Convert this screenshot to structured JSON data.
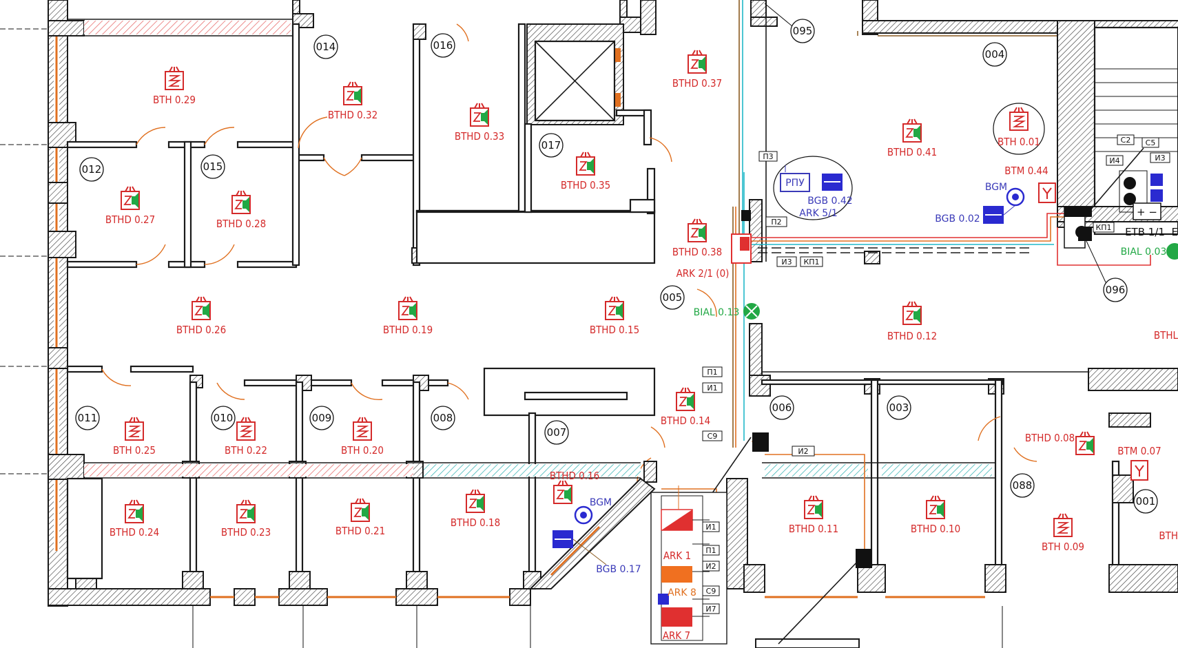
{
  "rooms": [
    {
      "id": "r014",
      "label": "014"
    },
    {
      "id": "r016",
      "label": "016"
    },
    {
      "id": "r017",
      "label": "017"
    },
    {
      "id": "r012",
      "label": "012"
    },
    {
      "id": "r015",
      "label": "015"
    },
    {
      "id": "r005",
      "label": "005"
    },
    {
      "id": "r011",
      "label": "011"
    },
    {
      "id": "r010",
      "label": "010"
    },
    {
      "id": "r009",
      "label": "009"
    },
    {
      "id": "r008",
      "label": "008"
    },
    {
      "id": "r007",
      "label": "007"
    },
    {
      "id": "r006",
      "label": "006"
    },
    {
      "id": "r003",
      "label": "003"
    },
    {
      "id": "r088",
      "label": "088"
    },
    {
      "id": "r001",
      "label": "001"
    },
    {
      "id": "r004",
      "label": "004"
    },
    {
      "id": "r095",
      "label": "095"
    },
    {
      "id": "r096",
      "label": "096"
    }
  ],
  "speakers": [
    {
      "label": "BTH 0.29"
    },
    {
      "label": "BTHD 0.32"
    },
    {
      "label": "BTHD 0.33"
    },
    {
      "label": "BTHD 0.37"
    },
    {
      "label": "BTHD 0.35"
    },
    {
      "label": "BTHD 0.27"
    },
    {
      "label": "BTHD 0.28"
    },
    {
      "label": "BTHD 0.38"
    },
    {
      "label": "BTHD 0.26"
    },
    {
      "label": "BTHD 0.19"
    },
    {
      "label": "BTHD 0.15"
    },
    {
      "label": "BTHD 0.14"
    },
    {
      "label": "BTH 0.25"
    },
    {
      "label": "BTH 0.22"
    },
    {
      "label": "BTH 0.20"
    },
    {
      "label": "BTHD 0.16"
    },
    {
      "label": "BTHD 0.24"
    },
    {
      "label": "BTHD 0.23"
    },
    {
      "label": "BTHD 0.21"
    },
    {
      "label": "BTHD 0.18"
    },
    {
      "label": "BTHD 0.41"
    },
    {
      "label": "BTH 0.01"
    },
    {
      "label": "BTHD 0.12"
    },
    {
      "label": "BTHD 0.11"
    },
    {
      "label": "BTHD 0.10"
    },
    {
      "label": "BTHD 0.08"
    },
    {
      "label": "BTH 0.09"
    },
    {
      "label": "BTM 0.07"
    },
    {
      "label": "BTM 0.44"
    }
  ],
  "devices": {
    "rpu": "РПУ",
    "bgb_042": "BGB 0.42",
    "ark_51": "ARK 5/1",
    "ark_21": "ARK 2/1 (0)",
    "bial_013": "BIAL 0.13",
    "bgm_top": "BGM",
    "bgb_002": "BGB 0.02",
    "bgm_bottom": "BGM",
    "bgb_017": "BGB 0.17",
    "ark_1": "ARK 1",
    "ark_8": "ARK 8",
    "ark_7": "ARK 7",
    "etb_11": "ETB 1/1",
    "bial_003": "BIAL 0.03",
    "bthl_partial": "BTHL",
    "bth_partial": "BTH",
    "e_partial": "E",
    "plusminus": "+ −"
  },
  "cable_tags": [
    {
      "label": "П3"
    },
    {
      "label": "П2"
    },
    {
      "label": "И3"
    },
    {
      "label": "КП1"
    },
    {
      "label": "П1"
    },
    {
      "label": "И1"
    },
    {
      "label": "С9"
    },
    {
      "label": "И2"
    },
    {
      "label": "И1"
    },
    {
      "label": "П1"
    },
    {
      "label": "И2"
    },
    {
      "label": "С9"
    },
    {
      "label": "И7"
    },
    {
      "label": "С2"
    },
    {
      "label": "С5"
    },
    {
      "label": "И4"
    },
    {
      "label": "И3"
    },
    {
      "label": "КП1"
    }
  ],
  "colors": {
    "wall": "#1a1a1a",
    "speaker": "#d42a2a",
    "speaker_green": "#22a845",
    "blue_device": "#2a2ad0",
    "door": "#e07020",
    "cable_cyan": "#20b8c8",
    "cable_red": "#e03030",
    "cable_brown": "#8a5a20",
    "fire_strip_red": "#e87070",
    "fire_strip_cyan": "#40b8b8"
  }
}
